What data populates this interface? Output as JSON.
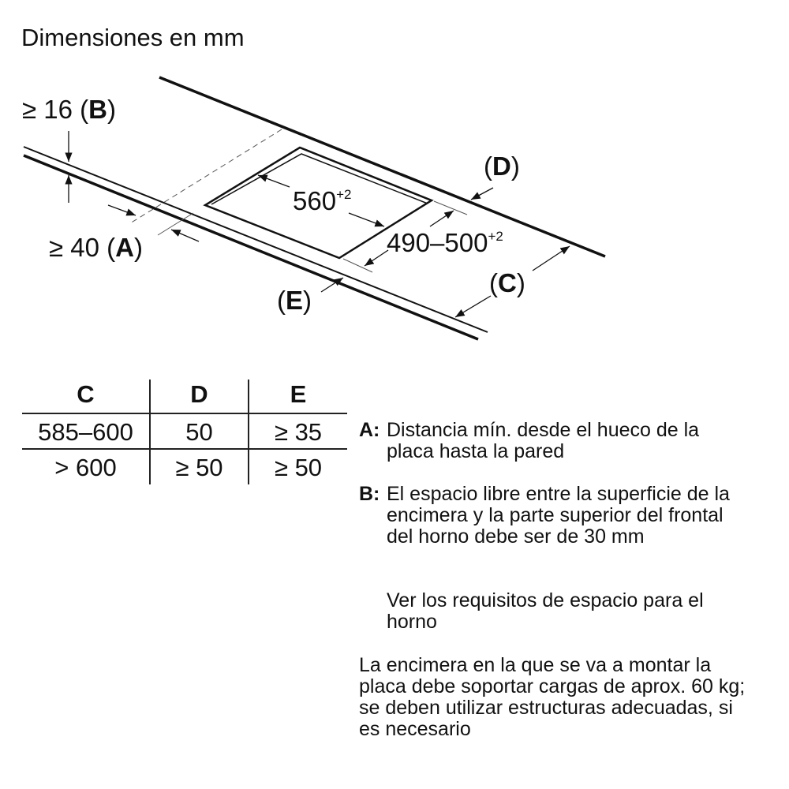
{
  "title": "Dimensiones en mm",
  "diagram": {
    "label_b": "≥ 16 (",
    "label_b_letter": "B",
    "close": ")",
    "label_a": "≥ 40 (",
    "label_a_letter": "A",
    "width": "560",
    "width_tol": "+2",
    "depth": "490–500",
    "depth_tol": "+2",
    "open": "(",
    "label_d": "D",
    "label_c": "C",
    "label_e": "E"
  },
  "table": {
    "headers": [
      "C",
      "D",
      "E"
    ],
    "rows": [
      [
        "585–600",
        "50",
        "≥ 35"
      ],
      [
        "> 600",
        "≥ 50",
        "≥ 50"
      ]
    ]
  },
  "legend": [
    {
      "key": "A:",
      "text_lines": [
        "Distancia mín. desde el hueco de la",
        "placa hasta la pared"
      ]
    },
    {
      "key": "B:",
      "text_lines": [
        "El espacio libre entre la superficie de la",
        "encimera y la parte superior del frontal",
        "del horno debe ser de 30 mm"
      ]
    }
  ],
  "oven_note_lines": [
    "Ver los requisitos de espacio para el",
    "horno"
  ],
  "load_note_lines": [
    "La encimera en la que se va a montar la",
    "placa debe soportar cargas de aprox. 60 kg;",
    "se deben utilizar estructuras adecuadas, si",
    "es necesario"
  ]
}
